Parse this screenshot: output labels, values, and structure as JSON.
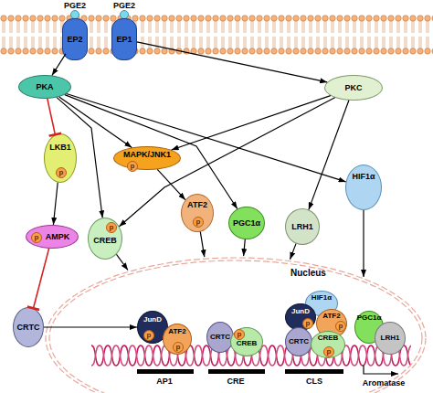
{
  "diagram": {
    "nodes": [
      {
        "text": [
          "EP2"
        ]
      },
      {
        "text": [
          "EP1"
        ]
      },
      {
        "text": [
          "PKA"
        ]
      },
      {
        "text": [
          "PKC"
        ]
      },
      {
        "text": [
          "LKB1",
          "p"
        ]
      },
      {
        "text": [
          "MAPK/JNK1",
          "p"
        ]
      },
      {
        "text": [
          "HIF1α"
        ]
      },
      {
        "text": [
          "ATF2",
          "p"
        ]
      },
      {
        "text": [
          "PGC1α"
        ]
      },
      {
        "text": [
          "LRH1"
        ]
      },
      {
        "text": [
          "AMPK",
          "p"
        ]
      },
      {
        "text": [
          "CREB",
          "p"
        ]
      },
      {
        "text": [
          "Nucleus"
        ]
      },
      {
        "text": [
          "CRTC"
        ]
      },
      {
        "text": [
          "JunD",
          "p"
        ],
        "in": 12
      },
      {
        "text": [
          "ATF2",
          "p"
        ],
        "in": 12
      },
      {
        "text": [
          "CRTC"
        ],
        "in": 12
      },
      {
        "text": [
          "CREB",
          "p"
        ],
        "in": 12
      },
      {
        "text": [
          "HIF1α"
        ],
        "in": 12
      },
      {
        "text": [
          "JunD",
          "p"
        ],
        "in": 12
      },
      {
        "text": [
          "ATF2",
          "p"
        ],
        "in": 12
      },
      {
        "text": [
          "CRTC"
        ],
        "in": 12
      },
      {
        "text": [
          "CREB",
          "p"
        ],
        "in": 12
      },
      {
        "text": [
          "PGC1α"
        ],
        "in": 12
      },
      {
        "text": [
          "LRH1"
        ],
        "in": 12
      }
    ],
    "edges": [
      {
        "from": 0,
        "to": 2,
        "arrow": "to"
      },
      {
        "from": 1,
        "to": 3,
        "arrow": "to"
      },
      {
        "from": 2,
        "to": 4,
        "arrow": "to"
      },
      {
        "from": 4,
        "to": 10,
        "arrow": "to"
      },
      {
        "from": 10,
        "to": 13,
        "arrow": "to"
      },
      {
        "from": 2,
        "to": 5,
        "arrow": "to"
      },
      {
        "from": 3,
        "to": 5,
        "arrow": "to"
      },
      {
        "from": 2,
        "to": 11,
        "arrow": "to"
      },
      {
        "from": 3,
        "to": 11,
        "arrow": "to"
      },
      {
        "from": 2,
        "to": 8,
        "arrow": "to"
      },
      {
        "from": 2,
        "to": 6,
        "arrow": "to"
      },
      {
        "from": 3,
        "to": 9,
        "arrow": "to"
      },
      {
        "from": 5,
        "to": 7,
        "arrow": "to"
      },
      {
        "from": 7,
        "to": 12,
        "arrow": "to"
      },
      {
        "from": 11,
        "to": 12,
        "arrow": "to"
      },
      {
        "from": 8,
        "to": 12,
        "arrow": "to"
      },
      {
        "from": 9,
        "to": 12,
        "arrow": "to"
      },
      {
        "from": 6,
        "to": 12,
        "arrow": "to"
      },
      {
        "from": 13,
        "to": 14,
        "arrow": "to"
      }
    ],
    "labels": [
      "PGE2",
      "PGE2",
      "AP1",
      "CRE",
      "CLS",
      "Aromatase"
    ]
  }
}
